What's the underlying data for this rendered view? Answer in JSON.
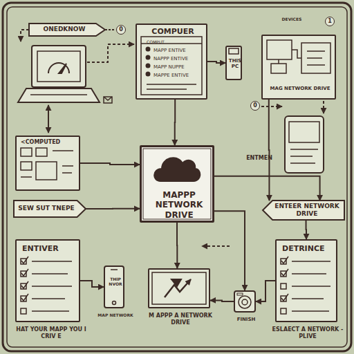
{
  "diagram": {
    "nodes": [
      {
        "text": [
          "ONEDKNOW"
        ]
      },
      {
        "text": [
          "COMPUER",
          "COMPUT",
          "MAPP ENTIVE",
          "NAPPP ENTIVE",
          "MAPP NUPPE",
          "MAPPE ENTIVE"
        ]
      },
      {
        "text": [
          "THIS PC"
        ]
      },
      {
        "text": [
          "MAG NETWORK DRIVE"
        ]
      },
      {
        "text": [
          "<COMPUTED"
        ]
      },
      {
        "text": [
          "SEW SUT TNEPE"
        ]
      },
      {
        "text": [
          "MAPPP NETWORK DRIVE"
        ]
      },
      {
        "text": [
          "ENTEER NETWORK DRIVE"
        ]
      },
      {
        "text": [
          "ENTIVER",
          "HAT YOUR MAPP YOU I CRIV E"
        ]
      },
      {
        "text": [
          "THIP NVOR",
          "MAP NETWORK"
        ]
      },
      {
        "text": [
          "M APPP A NETWORK DRIVE"
        ]
      },
      {
        "text": [
          "FINISH"
        ]
      },
      {
        "text": [
          "DETRINCE",
          "ESLAECT A NETWORK - PLIVE"
        ]
      }
    ],
    "edges": [
      {
        "from": 1,
        "to": 2,
        "arrow": "to"
      },
      {
        "from": 1,
        "to": 6,
        "arrow": "to"
      },
      {
        "from": 4,
        "to": 6,
        "arrow": "to"
      },
      {
        "from": 5,
        "to": 6,
        "arrow": "to"
      },
      {
        "from": 6,
        "to": 7,
        "arrow": "to"
      },
      {
        "from": 3,
        "to": 7,
        "arrow": "to"
      },
      {
        "from": 7,
        "to": 12,
        "arrow": "to"
      },
      {
        "from": 6,
        "to": 10,
        "arrow": "to"
      },
      {
        "from": 8,
        "to": 9,
        "arrow": "to"
      },
      {
        "from": 11,
        "to": 10,
        "arrow": "to"
      },
      {
        "from": 12,
        "to": 11,
        "arrow": "to"
      },
      {
        "from": 6,
        "to": 11,
        "arrow": "to"
      }
    ],
    "labels": [
      "0",
      "DEVICES",
      "1",
      "0",
      "ENTMEN"
    ]
  }
}
